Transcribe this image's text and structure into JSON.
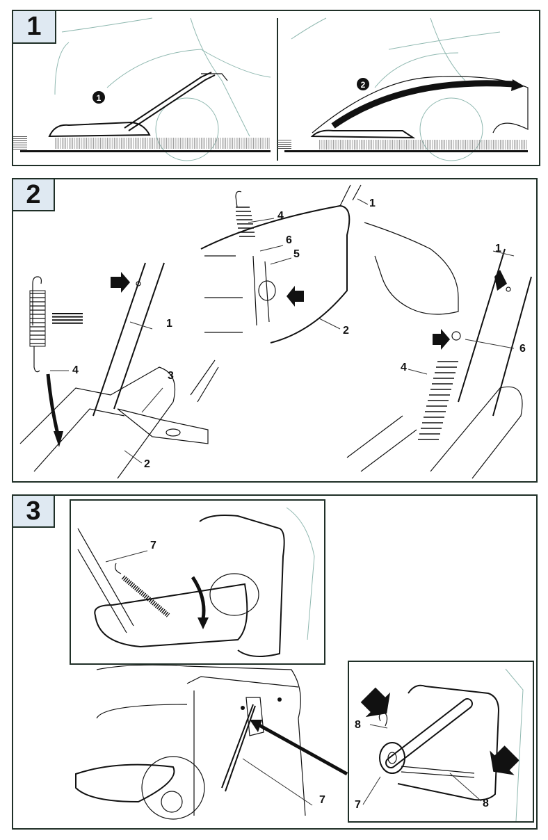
{
  "page": {
    "type": "assembly-instructions",
    "accent_color": "#dfe9f2",
    "border_color": "#1f2f27"
  },
  "steps": [
    {
      "number": "1",
      "subfigures": [
        {
          "marker": "1",
          "description": "lawn mower cutting with grass catcher attached"
        },
        {
          "marker": "2",
          "description": "grass clippings flow into catcher bag"
        }
      ]
    },
    {
      "number": "2",
      "callouts": {
        "left": [
          "1",
          "2",
          "3",
          "4"
        ],
        "middle": [
          "1",
          "2",
          "4",
          "5",
          "6"
        ],
        "right": [
          "1",
          "4",
          "6"
        ]
      }
    },
    {
      "number": "3",
      "callouts": {
        "inset_top": [
          "7"
        ],
        "main": [
          "7"
        ],
        "inset_bottom": [
          "8",
          "7",
          "8"
        ]
      }
    }
  ]
}
